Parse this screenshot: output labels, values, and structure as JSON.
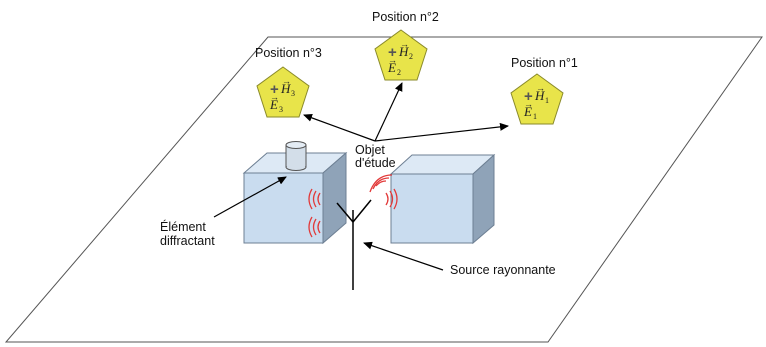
{
  "positions": [
    {
      "label": "Position n°3",
      "plus": "+",
      "field_h": "H",
      "field_e": "E",
      "index": "3"
    },
    {
      "label": "Position n°2",
      "plus": "+",
      "field_h": "H",
      "field_e": "E",
      "index": "2"
    },
    {
      "label": "Position n°1",
      "plus": "+",
      "field_h": "H",
      "field_e": "E",
      "index": "1"
    }
  ],
  "labels": {
    "object": [
      "Objet",
      "d'étude"
    ],
    "diffracting": [
      "Élément",
      "diffractant"
    ],
    "source": "Source rayonnante"
  },
  "colors": {
    "pentagon_fill": "#e8e44a",
    "pentagon_stroke": "#8a8a2a",
    "box_front": "#c9dcef",
    "box_top": "#dde9f5",
    "box_side": "#8fa3b8",
    "wave": "#e23a3a"
  }
}
